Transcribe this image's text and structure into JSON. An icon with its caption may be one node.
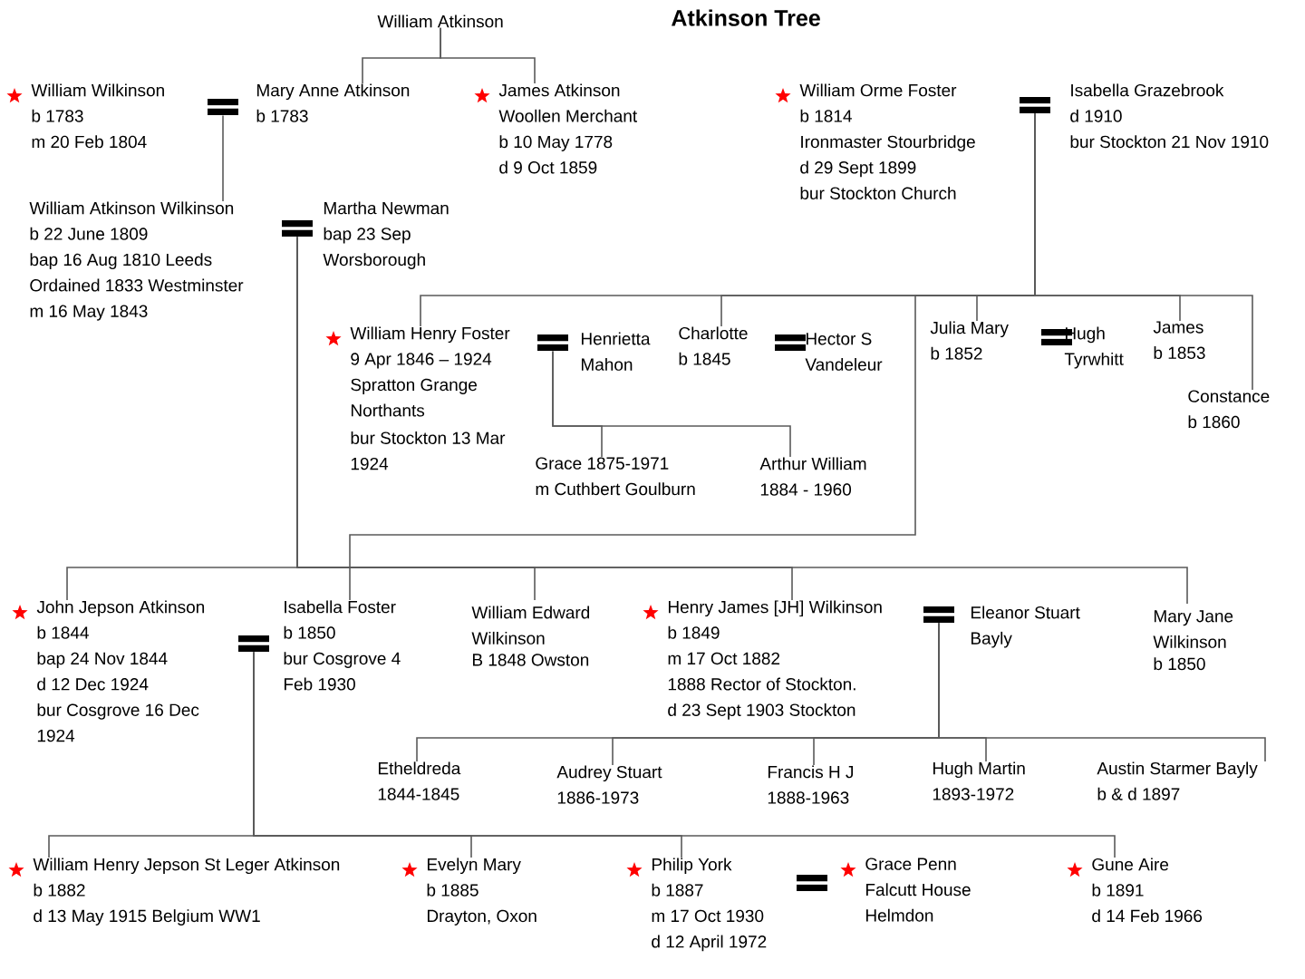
{
  "diagram": {
    "title": "Atkinson Tree",
    "nodes": [
      {
        "text": [
          "William Atkinson"
        ]
      },
      {
        "text": [
          "William Wilkinson",
          "b 1783",
          "m 20 Feb 1804"
        ]
      },
      {
        "text": [],
        "shape": "bar"
      },
      {
        "text": [
          "Mary Anne Atkinson",
          "b 1783"
        ]
      },
      {
        "text": [
          "James Atkinson",
          "Woollen Merchant",
          "b 10 May 1778",
          "d 9 Oct 1859"
        ]
      },
      {
        "text": [
          "William Orme Foster",
          "b 1814",
          "Ironmaster Stourbridge",
          "d 29 Sept 1899",
          "bur Stockton Church"
        ]
      },
      {
        "text": [],
        "shape": "bar"
      },
      {
        "text": [
          "Isabella Grazebrook",
          "d 1910",
          "bur Stockton 21 Nov 1910"
        ]
      },
      {
        "text": [
          "William Atkinson Wilkinson",
          "b 22 June 1809",
          "bap 16 Aug 1810 Leeds",
          "Ordained 1833 Westminster",
          "m 16 May 1843"
        ]
      },
      {
        "text": [],
        "shape": "bar"
      },
      {
        "text": [
          "Martha Newman",
          "bap 23 Sep Worsborough"
        ]
      },
      {
        "text": [
          "William Henry Foster",
          "9 Apr 1846 – 1924",
          "Spratton Grange Northants",
          "bur Stockton 13 Mar 1924"
        ]
      },
      {
        "text": [],
        "shape": "bar"
      },
      {
        "text": [
          "Henrietta Mahon"
        ]
      },
      {
        "text": [
          "Charlotte",
          "b 1845"
        ]
      },
      {
        "text": [],
        "shape": "bar"
      },
      {
        "text": [
          "Hector S Vandeleur"
        ]
      },
      {
        "text": [
          "Julia Mary",
          "b 1852"
        ]
      },
      {
        "text": [],
        "shape": "bar"
      },
      {
        "text": [
          "Hugh Tyrwhitt"
        ]
      },
      {
        "text": [
          "James",
          "b 1853"
        ]
      },
      {
        "text": [
          "Constance",
          "b 1860"
        ]
      },
      {
        "text": [
          "Grace 1875-1971",
          "m Cuthbert Goulburn"
        ]
      },
      {
        "text": [
          "Arthur William",
          "1884 - 1960"
        ]
      },
      {
        "text": [
          "John Jepson Atkinson",
          "b 1844",
          "bap 24 Nov 1844",
          "d 12 Dec 1924",
          "bur Cosgrove 16 Dec 1924"
        ]
      },
      {
        "text": [],
        "shape": "bar"
      },
      {
        "text": [
          "Isabella Foster",
          "b 1850",
          "bur Cosgrove 4 Feb 1930"
        ]
      },
      {
        "text": [
          "William Edward Wilkinson",
          "B 1848 Owston"
        ]
      },
      {
        "text": [
          "Henry James [JH] Wilkinson",
          "b 1849",
          "m 17 Oct 1882",
          "1888 Rector of Stockton.",
          "d 23 Sept 1903 Stockton"
        ]
      },
      {
        "text": [],
        "shape": "bar"
      },
      {
        "text": [
          "Eleanor Stuart Bayly"
        ]
      },
      {
        "text": [
          "Mary Jane Wilkinson",
          "b 1850"
        ]
      },
      {
        "text": [
          "Etheldreda",
          "1844-1845"
        ]
      },
      {
        "text": [
          "Audrey Stuart",
          "1886-1973"
        ]
      },
      {
        "text": [
          "Francis H J",
          "1888-1963"
        ]
      },
      {
        "text": [
          "Hugh Martin",
          "1893-1972"
        ]
      },
      {
        "text": [
          "Austin Starmer Bayly",
          "b & d 1897"
        ]
      },
      {
        "text": [
          "William Henry Jepson St Leger Atkinson",
          "b 1882",
          "d 13 May 1915 Belgium WW1"
        ]
      },
      {
        "text": [
          "Evelyn Mary",
          "b 1885",
          "Drayton, Oxon"
        ]
      },
      {
        "text": [
          "Philip York",
          "b 1887",
          "m 17 Oct 1930",
          "d 12 April 1972"
        ]
      },
      {
        "text": [],
        "shape": "bar"
      },
      {
        "text": [
          "Grace Penn",
          "Falcutt House",
          "Helmdon"
        ]
      },
      {
        "text": [
          "Gune Aire",
          "b 1891",
          "d 14 Feb 1966"
        ]
      }
    ],
    "edges": [
      {
        "from": 0,
        "to": 3,
        "arrow": "none"
      },
      {
        "from": 0,
        "to": 4,
        "arrow": "none"
      },
      {
        "from": 2,
        "to": 8,
        "arrow": "none"
      },
      {
        "from": 6,
        "to": 11,
        "arrow": "none"
      },
      {
        "from": 6,
        "to": 14,
        "arrow": "none"
      },
      {
        "from": 6,
        "to": 17,
        "arrow": "none"
      },
      {
        "from": 6,
        "to": 20,
        "arrow": "none"
      },
      {
        "from": 6,
        "to": 21,
        "arrow": "none"
      },
      {
        "from": 6,
        "to": 26,
        "arrow": "none"
      },
      {
        "from": 12,
        "to": 22,
        "arrow": "none"
      },
      {
        "from": 12,
        "to": 23,
        "arrow": "none"
      },
      {
        "from": 9,
        "to": 24,
        "arrow": "none"
      },
      {
        "from": 9,
        "to": 27,
        "arrow": "none"
      },
      {
        "from": 9,
        "to": 28,
        "arrow": "none"
      },
      {
        "from": 9,
        "to": 31,
        "arrow": "none"
      },
      {
        "from": 29,
        "to": 32,
        "arrow": "none"
      },
      {
        "from": 29,
        "to": 33,
        "arrow": "none"
      },
      {
        "from": 29,
        "to": 34,
        "arrow": "none"
      },
      {
        "from": 29,
        "to": 35,
        "arrow": "none"
      },
      {
        "from": 29,
        "to": 36,
        "arrow": "none"
      },
      {
        "from": 25,
        "to": 37,
        "arrow": "none"
      },
      {
        "from": 25,
        "to": 38,
        "arrow": "none"
      },
      {
        "from": 25,
        "to": 39,
        "arrow": "none"
      },
      {
        "from": 25,
        "to": 42,
        "arrow": "none"
      }
    ]
  }
}
